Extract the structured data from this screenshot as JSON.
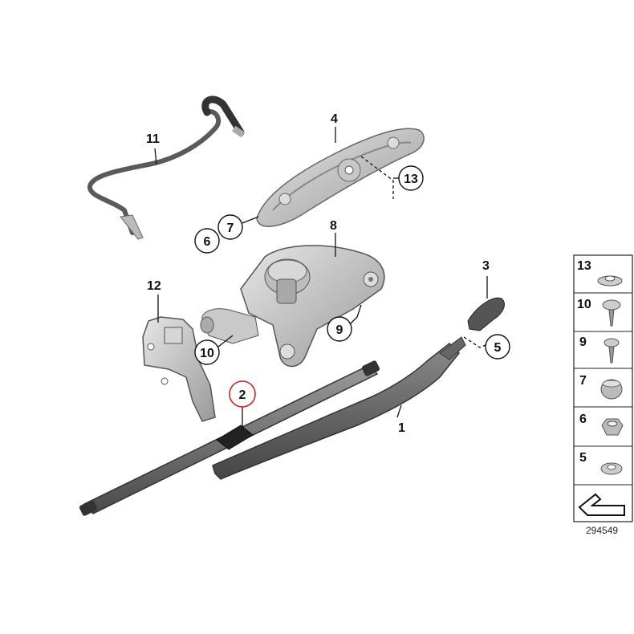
{
  "callouts": {
    "c1": "1",
    "c2": "2",
    "c3": "3",
    "c4": "4",
    "c5": "5",
    "c6": "6",
    "c7": "7",
    "c8": "8",
    "c9": "9",
    "c10": "10",
    "c11": "11",
    "c12": "12",
    "c13": "13"
  },
  "side_panel": {
    "items": [
      "13",
      "10",
      "9",
      "7",
      "6",
      "5"
    ]
  },
  "catalog_number": "294549",
  "highlight_color": "#cc2222"
}
